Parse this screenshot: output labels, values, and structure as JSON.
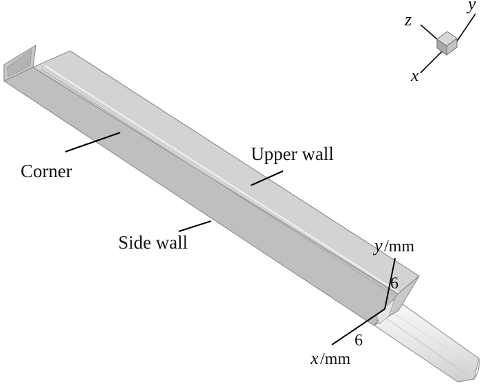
{
  "labels": {
    "corner": "Corner",
    "upper_wall": "Upper wall",
    "side_wall": "Side wall"
  },
  "triad": {
    "x": "x",
    "y": "y",
    "z": "z"
  },
  "dims": {
    "y_axis_var": "y",
    "y_axis_unit": "/mm",
    "y_value": "6",
    "x_axis_var": "x",
    "x_axis_unit": "/mm",
    "x_value": "6"
  },
  "colors": {
    "top_face": "#d2d2d2",
    "side_face": "#bfbfbf",
    "edge": "#8f8f8f",
    "outlet_pipe": "#eeeeee"
  }
}
